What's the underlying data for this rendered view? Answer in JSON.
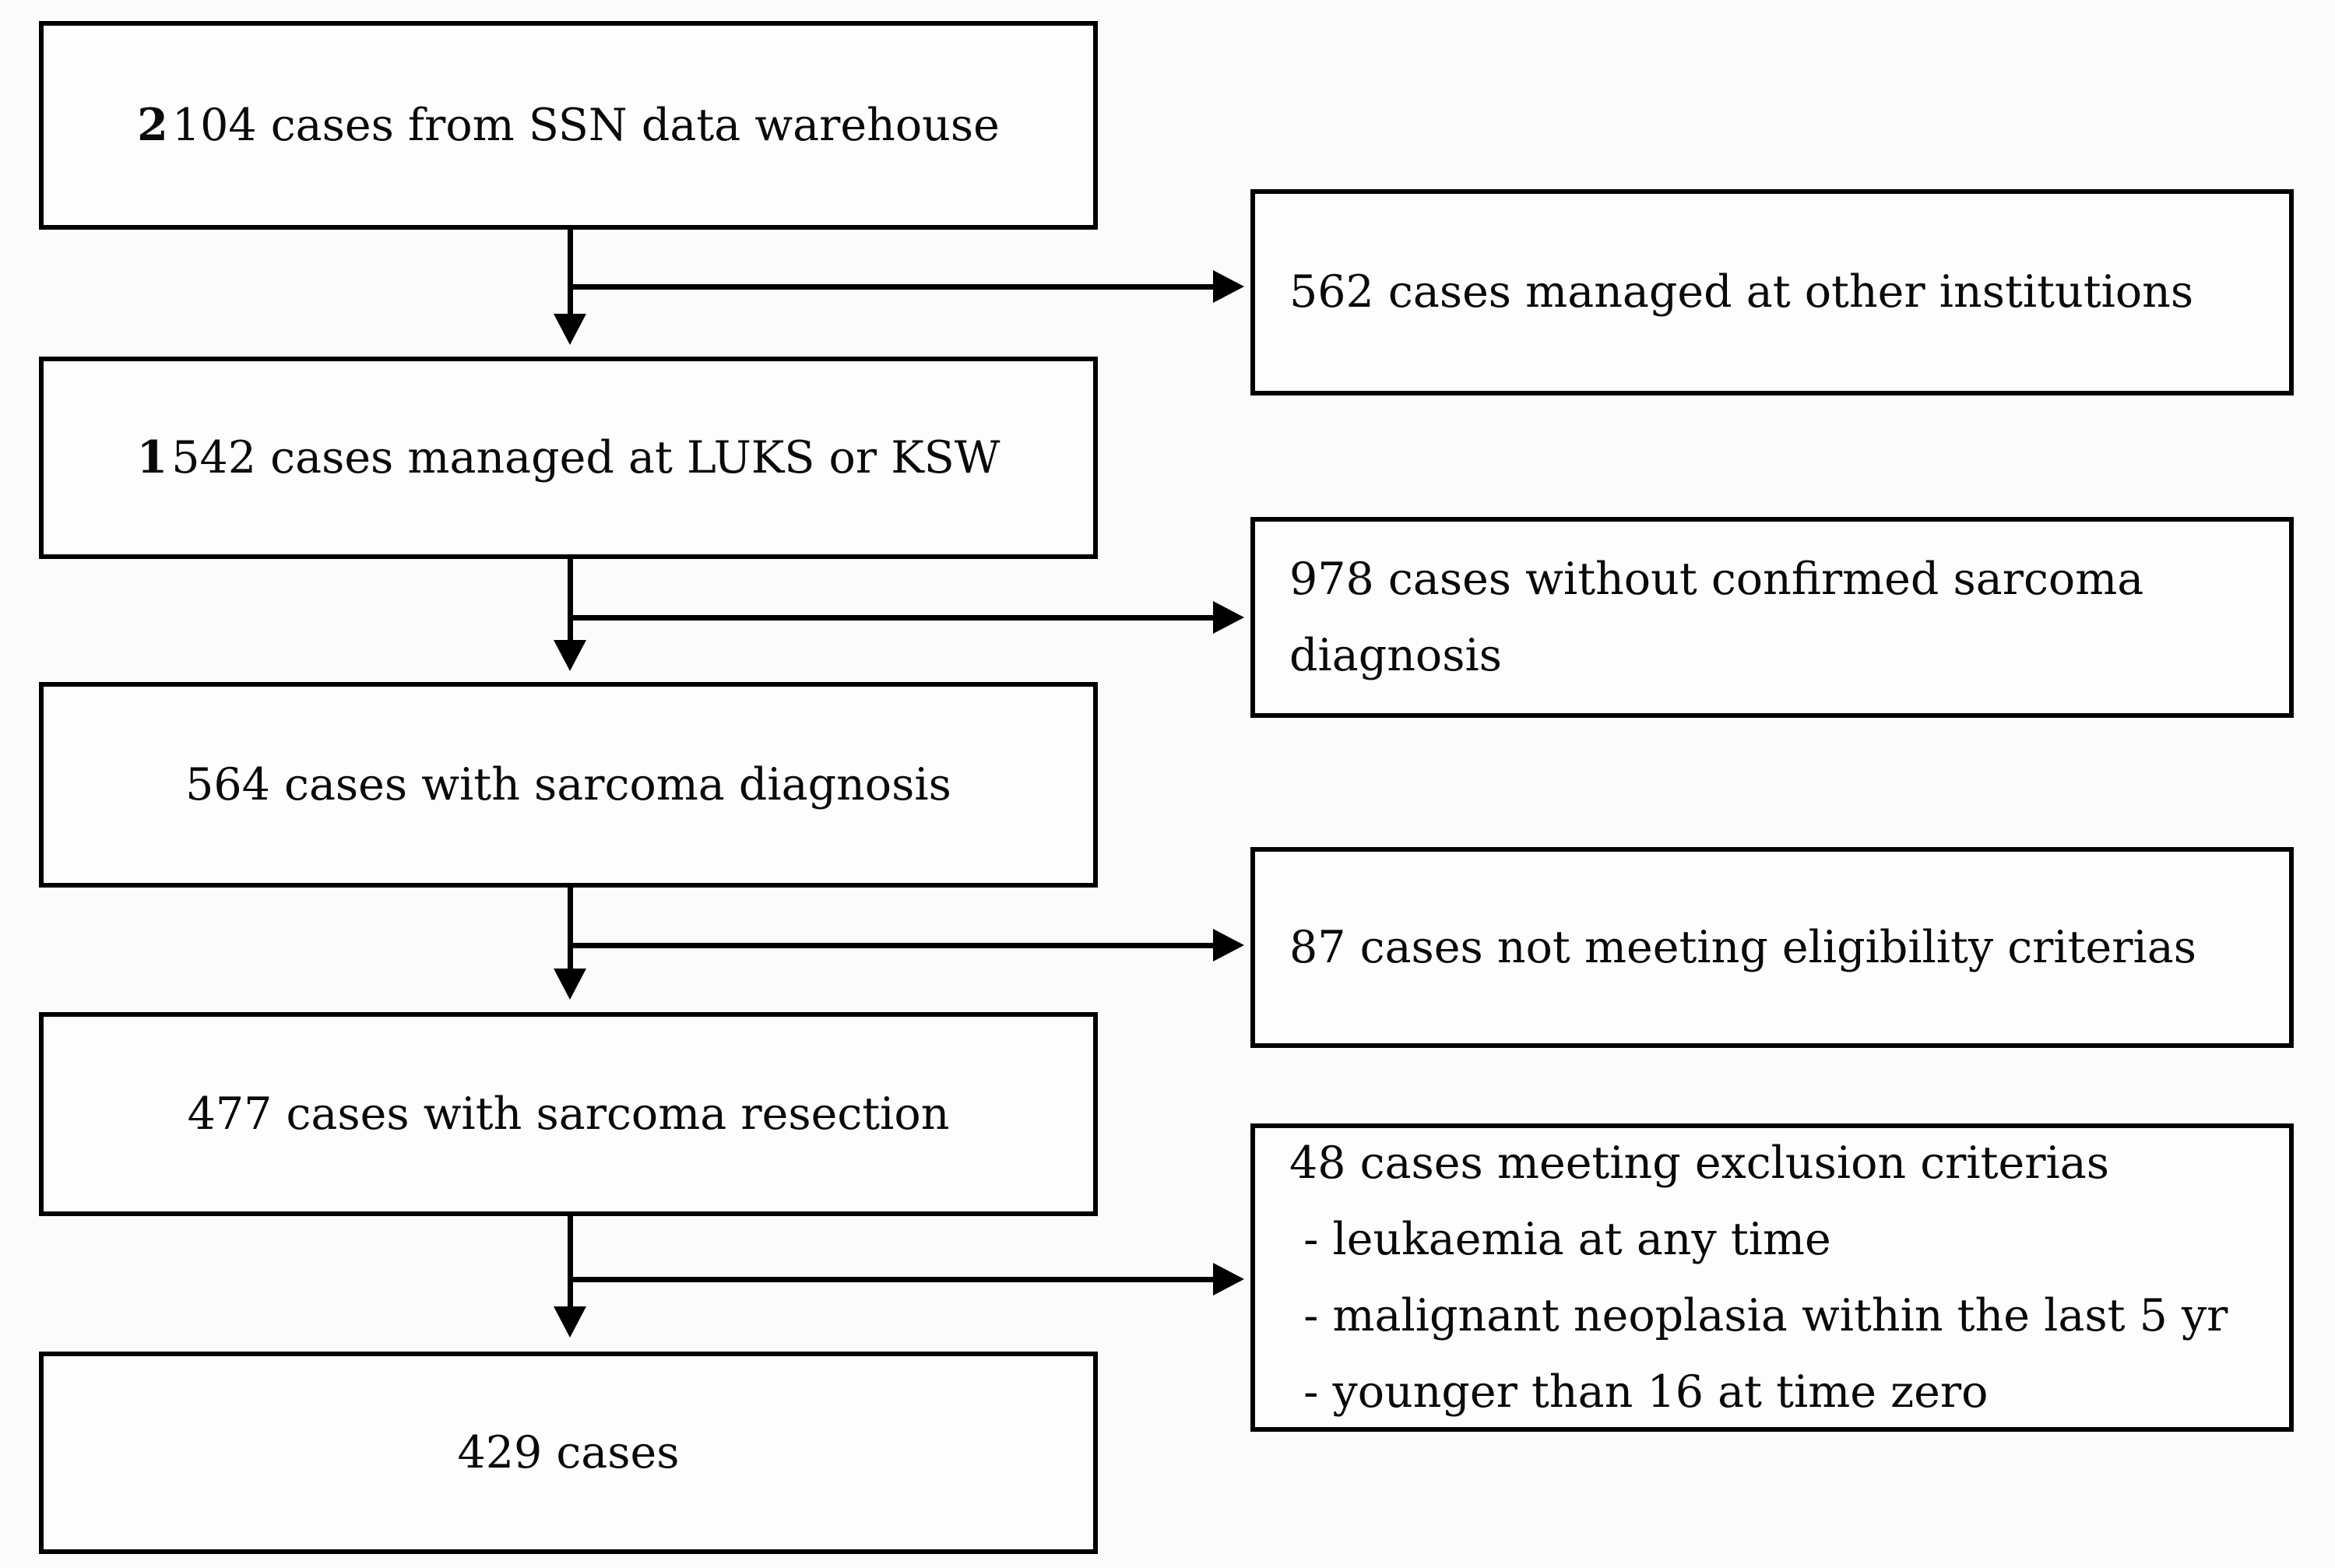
{
  "figure": {
    "type": "flow-diagram",
    "colors": {
      "border": "#000000",
      "text": "#0a0a0a",
      "box_background": "#fdfdfd",
      "page_background": "#fbfbfb"
    },
    "main_boxes": [
      {
        "bold_prefix": "2",
        "rest": "104 cases from SSN data warehouse"
      },
      {
        "bold_prefix": "1",
        "rest": "542 cases managed at LUKS or KSW"
      },
      {
        "bold_prefix": "",
        "rest": "564 cases with sarcoma diagnosis"
      },
      {
        "bold_prefix": "",
        "rest": "477 cases with sarcoma resection"
      },
      {
        "bold_prefix": "",
        "rest": "429 cases"
      }
    ],
    "side_boxes": [
      {
        "lines": [
          "562 cases managed at other institutions"
        ]
      },
      {
        "lines": [
          "978 cases without confirmed sarcoma",
          "diagnosis"
        ]
      },
      {
        "lines": [
          "87 cases not meeting eligibility criterias"
        ]
      },
      {
        "lines": [
          "48 cases meeting exclusion criterias",
          " - leukaemia at any time",
          " - malignant neoplasia within the last 5 yr",
          " - younger than 16 at time zero"
        ]
      }
    ]
  }
}
